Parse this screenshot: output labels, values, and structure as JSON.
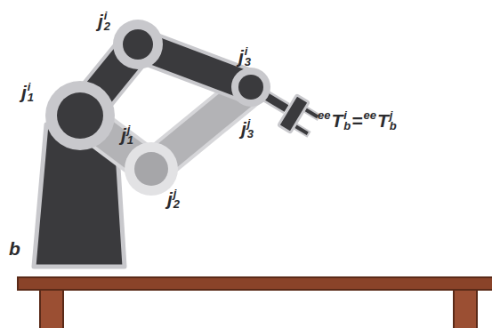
{
  "diagram": {
    "labels": [
      "j",
      "2",
      "i",
      "j",
      "1",
      "i",
      "j",
      "3",
      "i",
      "j",
      "1",
      "j",
      "j",
      "3",
      "j",
      "ee",
      "T",
      "i",
      "b",
      "=",
      "ee",
      "T",
      "j",
      "b",
      "j",
      "2",
      "j",
      "b"
    ]
  }
}
